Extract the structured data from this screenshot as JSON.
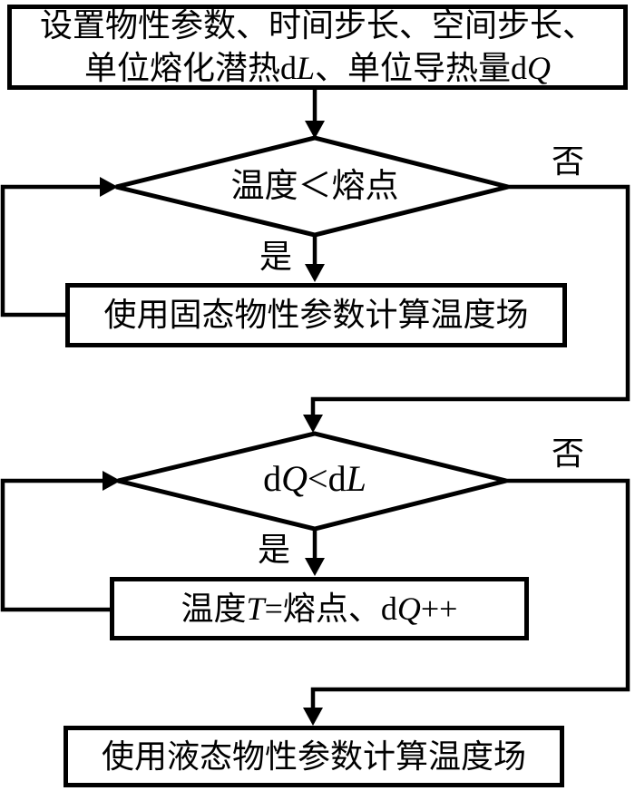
{
  "colors": {
    "stroke": "#000000",
    "background": "#ffffff",
    "text": "#000000"
  },
  "nodes": {
    "start": {
      "line1": "设置物性参数、时间步长、空间步长、",
      "line2": [
        {
          "t": "单位熔化潜热d"
        },
        {
          "t": "L",
          "italic": true
        },
        {
          "t": "、单位导热量d"
        },
        {
          "t": "Q",
          "italic": true
        }
      ]
    },
    "decision_temperature": {
      "label": "温度＜熔点",
      "yes_label": "是",
      "no_label": "否"
    },
    "process_solid": {
      "label": "使用固态物性参数计算温度场"
    },
    "decision_heat": {
      "segments": [
        {
          "t": "d"
        },
        {
          "t": "Q",
          "italic": true
        },
        {
          "t": "<d"
        },
        {
          "t": "L",
          "italic": true
        }
      ],
      "yes_label": "是",
      "no_label": "否"
    },
    "process_set_temperature": {
      "segments": [
        {
          "t": "温度"
        },
        {
          "t": "T",
          "italic": true
        },
        {
          "t": "=熔点、d"
        },
        {
          "t": "Q",
          "italic": true
        },
        {
          "t": "++"
        }
      ]
    },
    "process_liquid": {
      "label": "使用液态物性参数计算温度场"
    }
  }
}
